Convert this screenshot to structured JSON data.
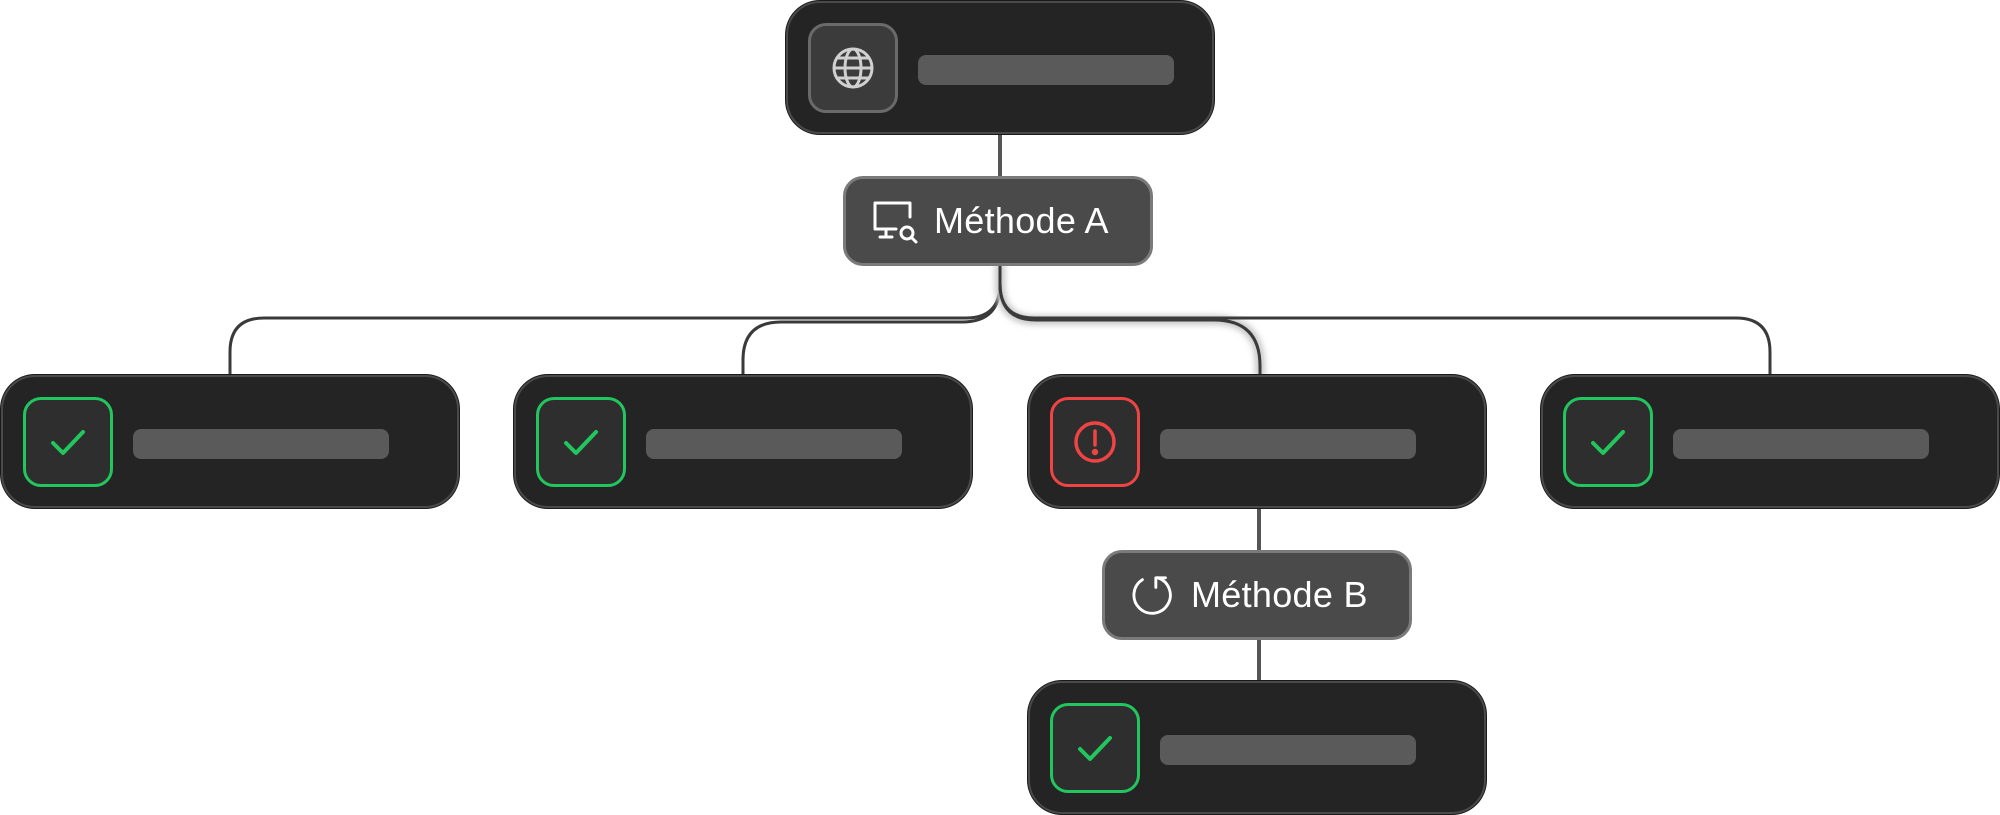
{
  "diagram": {
    "method_a": {
      "label": "Méthode A",
      "icon": "monitor-search-icon"
    },
    "method_b": {
      "label": "Méthode B",
      "icon": "retry-icon"
    },
    "root": {
      "icon": "globe-icon"
    },
    "results": [
      {
        "status": "success",
        "icon": "check-icon"
      },
      {
        "status": "success",
        "icon": "check-icon"
      },
      {
        "status": "error",
        "icon": "alert-icon"
      },
      {
        "status": "success",
        "icon": "check-icon"
      }
    ],
    "retry_result": {
      "status": "success",
      "icon": "check-icon"
    }
  },
  "colors": {
    "card_bg": "#242424",
    "success": "#22c55e",
    "error": "#ef4444",
    "pill_bg": "#4a4a4a",
    "connector": "#3a3a3a"
  }
}
